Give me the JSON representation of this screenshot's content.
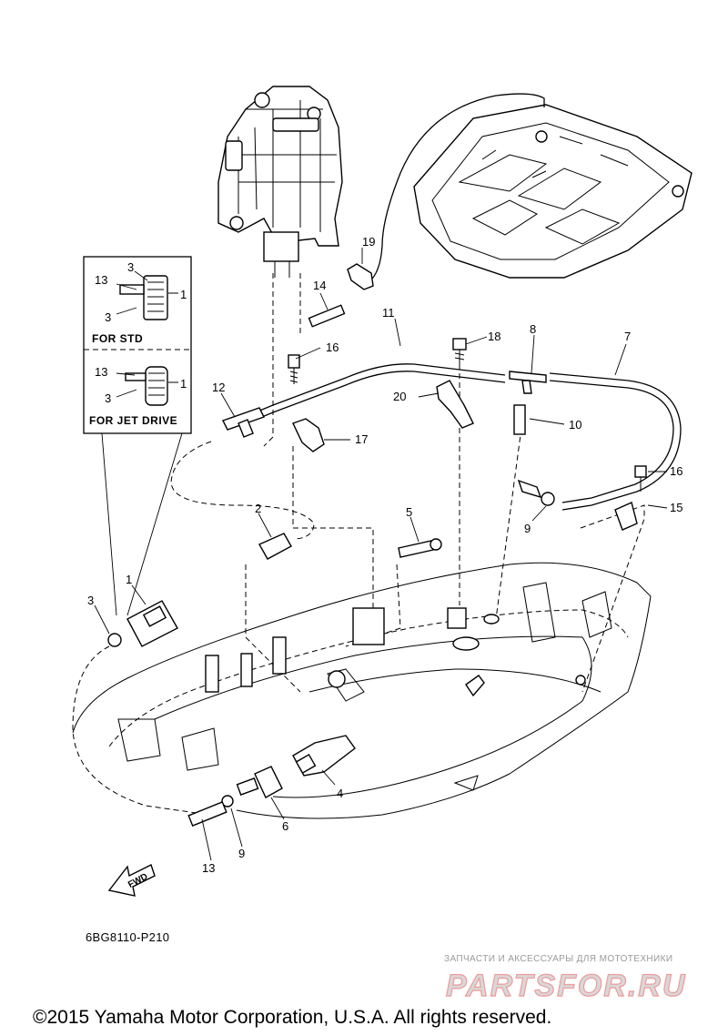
{
  "diagram": {
    "callouts": {
      "c1": "1",
      "c2": "2",
      "c3": "3",
      "c4": "4",
      "c5": "5",
      "c6": "6",
      "c7": "7",
      "c8": "8",
      "c9a": "9",
      "c9b": "9",
      "c10": "10",
      "c11": "11",
      "c12": "12",
      "c13": "13",
      "c14": "14",
      "c15": "15",
      "c16a": "16",
      "c16b": "16",
      "c17": "17",
      "c18": "18",
      "c19": "19",
      "c20": "20"
    },
    "inset": {
      "std_title": "FOR STD",
      "jet_title": "FOR JET DRIVE",
      "std_labels": {
        "a": "3",
        "b": "13",
        "c": "1",
        "d": "3"
      },
      "jet_labels": {
        "a": "13",
        "b": "1",
        "c": "3"
      }
    },
    "fwd_label": "FWD",
    "drawing_code": "6BG8110-P210"
  },
  "watermark": {
    "caption": "ЗАПЧАСТИ И АКСЕССУАРЫ ДЛЯ МОТОТЕХНИКИ",
    "brand": "PARTSFOR.RU"
  },
  "footer": {
    "copyright": "©2015 Yamaha Motor Corporation, U.S.A. All rights reserved."
  }
}
